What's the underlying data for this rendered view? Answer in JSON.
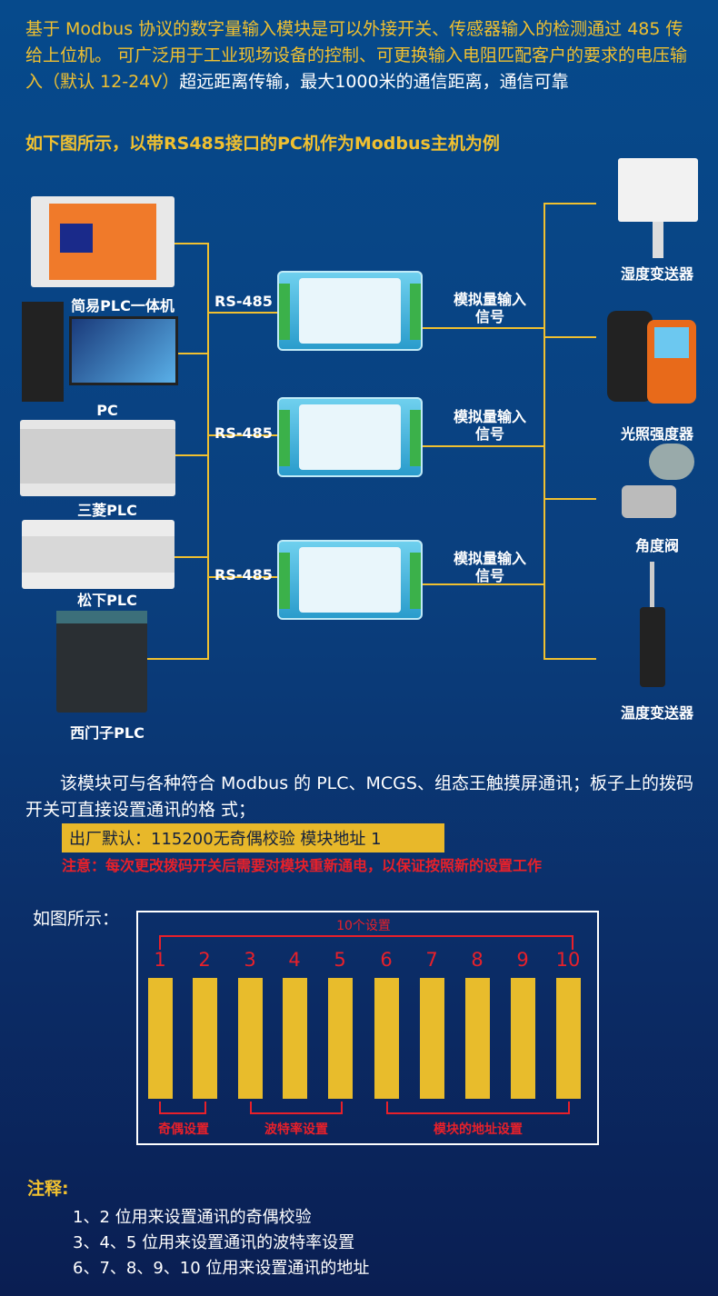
{
  "intro": {
    "yellow": "基于 Modbus 协议的数字量输入模块是可以外接开关、传感器输入的检测通过 485 传给上位机。 可广泛用于工业现场设备的控制、可更换输入电阻匹配客户的要求的电压输入（默认 12-24V）",
    "white": "超远距离传输，最大1000米的通信距离，通信可靠"
  },
  "subtitle": "如下图所示，以带RS485接口的PC机作为Modbus主机为例",
  "diagram": {
    "left_devices": [
      "简易PLC一体机",
      "PC",
      "三菱PLC",
      "松下PLC",
      "西门子PLC"
    ],
    "bus_labels": [
      "RS-485",
      "RS-485",
      "RS-485"
    ],
    "signal_labels": [
      "模拟量输入信号",
      "模拟量输入信号",
      "模拟量输入信号"
    ],
    "right_devices": [
      "湿度变送器",
      "光照强度器",
      "角度阀",
      "温度变送器"
    ]
  },
  "para": "该模块可与各种符合 Modbus 的 PLC、MCGS、组态王触摸屏通讯；板子上的拨码开关可直接设置通讯的格 式；",
  "default": "出厂默认：115200无奇偶校验 模块地址 1",
  "warning": "注意：每次更改拨码开关后需要对模块重新通电，以保证按照新的设置工作",
  "figure_label": "如图所示：",
  "switches": {
    "title": "10个设置",
    "numbers": [
      "1",
      "2",
      "3",
      "4",
      "5",
      "6",
      "7",
      "8",
      "9",
      "10"
    ],
    "groups": [
      "奇偶设置",
      "波特率设置",
      "模块的地址设置"
    ]
  },
  "notes": {
    "title": "注释:",
    "items": [
      "1、2 位用来设置通讯的奇偶校验",
      "3、4、5 位用来设置通讯的波特率设置",
      "6、7、8、9、10 位用来设置通讯的地址"
    ]
  },
  "colors": {
    "accent": "#f0c030",
    "warning": "#e8202a"
  }
}
